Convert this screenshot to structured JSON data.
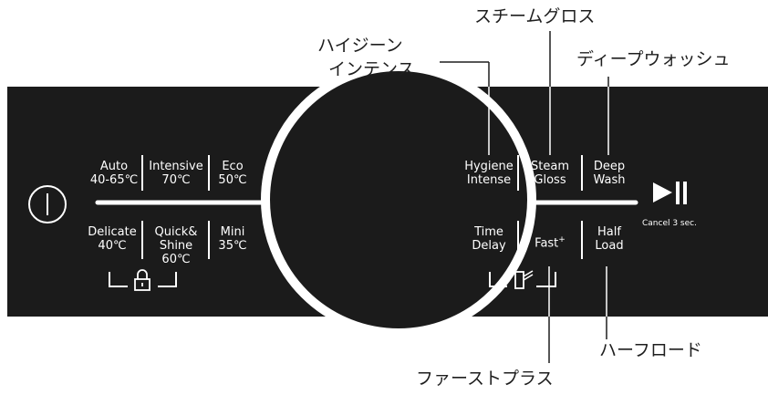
{
  "programs": {
    "auto": {
      "name": "Auto",
      "temp": "40-65℃"
    },
    "intensive": {
      "name": "Intensive",
      "temp": "70℃"
    },
    "eco": {
      "name": "Eco",
      "temp": "50℃"
    },
    "delicate": {
      "name": "Delicate",
      "temp": "40℃"
    },
    "quickshine": {
      "name1": "Quick&",
      "name2": "Shine",
      "temp": "60℃"
    },
    "mini": {
      "name": "Mini",
      "temp": "35℃"
    }
  },
  "options": {
    "hygiene": {
      "line1": "Hygiene",
      "line2": "Intense"
    },
    "steam": {
      "line1": "Steam",
      "line2": "Gloss"
    },
    "deep": {
      "line1": "Deep",
      "line2": "Wash"
    },
    "time": {
      "line1": "Time",
      "line2": "Delay"
    },
    "fast": {
      "label": "Fast",
      "sup": "+"
    },
    "half": {
      "line1": "Half",
      "line2": "Load"
    }
  },
  "start": {
    "cancel_label": "Cancel 3 sec."
  },
  "callouts": {
    "hygiene_1": "ハイジーン",
    "hygiene_2": "インテンス",
    "steam": "スチームグロス",
    "deep": "ディープウォッシュ",
    "half": "ハーフロード",
    "fast": "ファーストプラス"
  },
  "icons": {
    "power": "power-icon",
    "lock": "child-lock-icon",
    "door": "door-open-icon",
    "play_pause": "play-pause-icon"
  },
  "colors": {
    "panel": "#1b1b1b",
    "markings": "#ffffff",
    "background": "#ffffff",
    "callout_text": "#1e1e1e"
  }
}
